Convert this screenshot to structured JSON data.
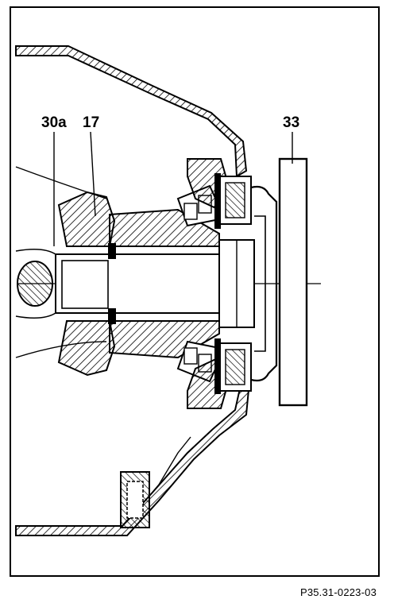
{
  "diagram": {
    "callouts": [
      {
        "id": "30a",
        "label": "30a"
      },
      {
        "id": "17",
        "label": "17"
      },
      {
        "id": "33",
        "label": "33"
      }
    ]
  },
  "footer": {
    "figure_code": "P35.31-0223-03"
  },
  "colors": {
    "ink": "#000000",
    "paper": "#ffffff"
  }
}
